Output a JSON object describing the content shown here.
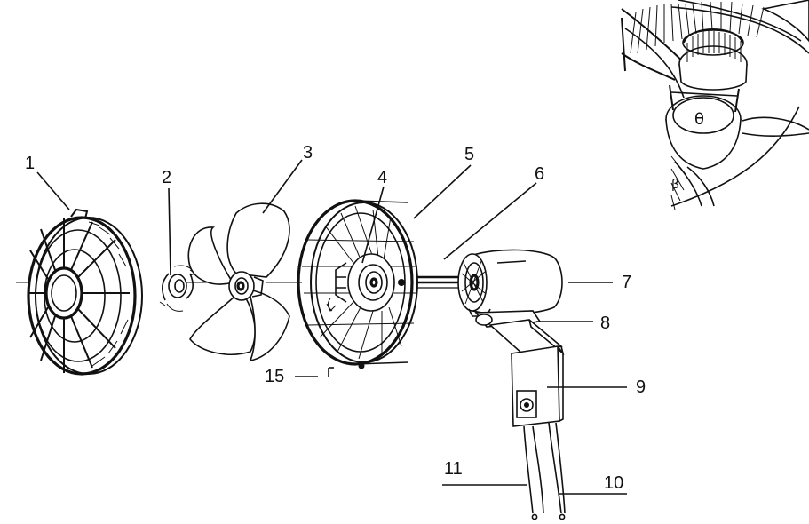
{
  "callouts": [
    {
      "id": "1",
      "text": "1"
    },
    {
      "id": "2",
      "text": "2"
    },
    {
      "id": "3",
      "text": "3"
    },
    {
      "id": "4",
      "text": "4"
    },
    {
      "id": "5",
      "text": "5"
    },
    {
      "id": "6",
      "text": "6"
    },
    {
      "id": "7",
      "text": "7"
    },
    {
      "id": "8",
      "text": "8"
    },
    {
      "id": "9",
      "text": "9"
    },
    {
      "id": "10",
      "text": "10"
    },
    {
      "id": "11",
      "text": "11"
    },
    {
      "id": "15",
      "text": "15"
    }
  ],
  "inset": {
    "lock_symbol": "θ",
    "arrow_symbol": "β"
  }
}
